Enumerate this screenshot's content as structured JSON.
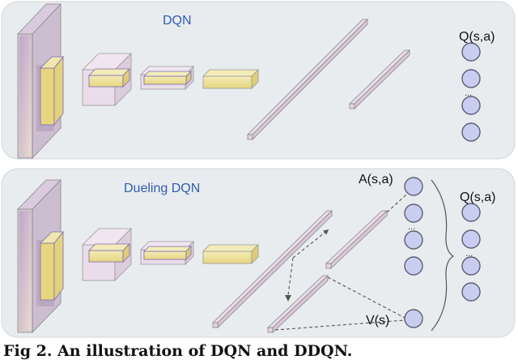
{
  "diagram": {
    "panels": [
      {
        "title": "DQN",
        "output_label": "Q(s,a)",
        "output_dots": "..."
      },
      {
        "title": "Dueling DQN",
        "advantage_label": "A(s,a)",
        "value_label": "V(s)",
        "output_label": "Q(s,a)",
        "advantage_dots": "...",
        "output_dots": "..."
      }
    ],
    "caption": "Fig 2.  An illustration of DQN and DDQN."
  },
  "colors": {
    "panel_fill": "#e9ecee",
    "panel_stroke": "#d3d7da",
    "input_layer": "#cdbdd0",
    "conv_block": "#eadcea",
    "conv_kernel": "#ecdf9c",
    "fc_layer": "#e3d3e1",
    "neuron_fill": "#c9cdf0",
    "neuron_stroke": "#5b5f73",
    "title_color": "#2e5db0"
  }
}
